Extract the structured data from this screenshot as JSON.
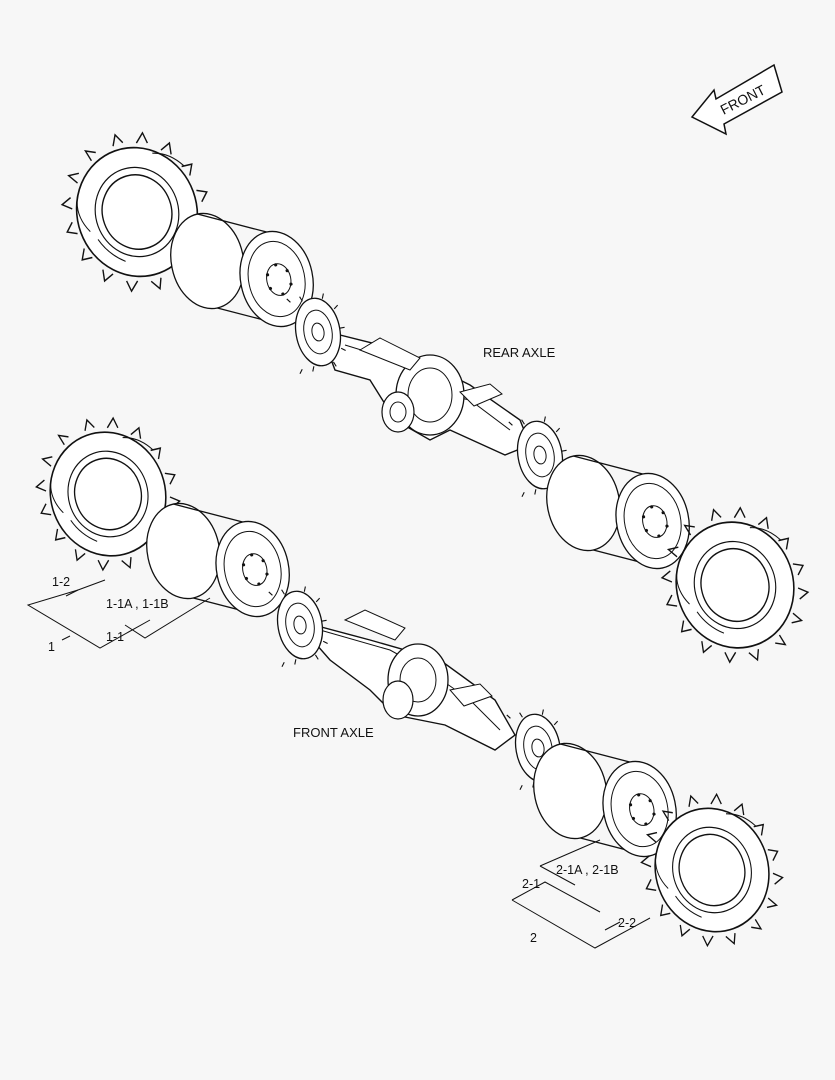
{
  "direction": {
    "label": "FRONT"
  },
  "assemblies": {
    "rear_axle": {
      "label": "REAR AXLE"
    },
    "front_axle": {
      "label": "FRONT AXLE"
    }
  },
  "callouts": {
    "left": {
      "assembly": "1",
      "tire": "1-2",
      "wheel": "1-1",
      "rim_parts": "1-1A , 1-1B"
    },
    "right": {
      "assembly": "2",
      "tire": "2-2",
      "wheel": "2-1",
      "rim_parts": "2-1A , 2-1B"
    }
  },
  "colors": {
    "line": "#111111",
    "background": "#f7f7f7"
  }
}
